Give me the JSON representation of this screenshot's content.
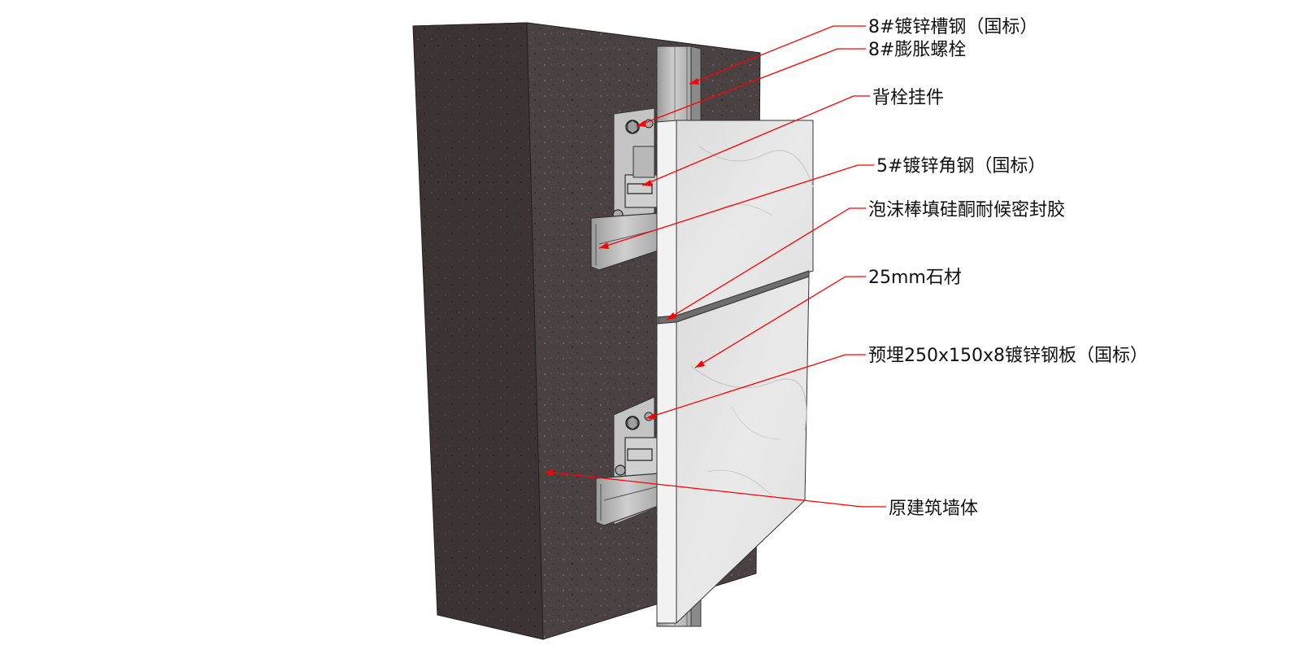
{
  "diagram": {
    "labels": {
      "channel_steel": "8#镀锌槽钢（国标）",
      "expansion_bolt": "8#膨胀螺栓",
      "undercut_anchor": "背栓挂件",
      "angle_steel": "5#镀锌角钢（国标）",
      "sealant": "泡沫棒填硅酮耐候密封胶",
      "stone": "25mm石材",
      "embedded_plate": "预埋250x150x8镀锌钢板（国标）",
      "wall": "原建筑墙体"
    },
    "colors": {
      "leader_line": "#ff0000",
      "wall_front": "#4a4142",
      "wall_side": "#3a3233",
      "wall_top": "#5a5152",
      "stone_face": "#e2e2e2",
      "stone_edge": "#f4f4f4",
      "steel": "#b4b4b4"
    }
  }
}
